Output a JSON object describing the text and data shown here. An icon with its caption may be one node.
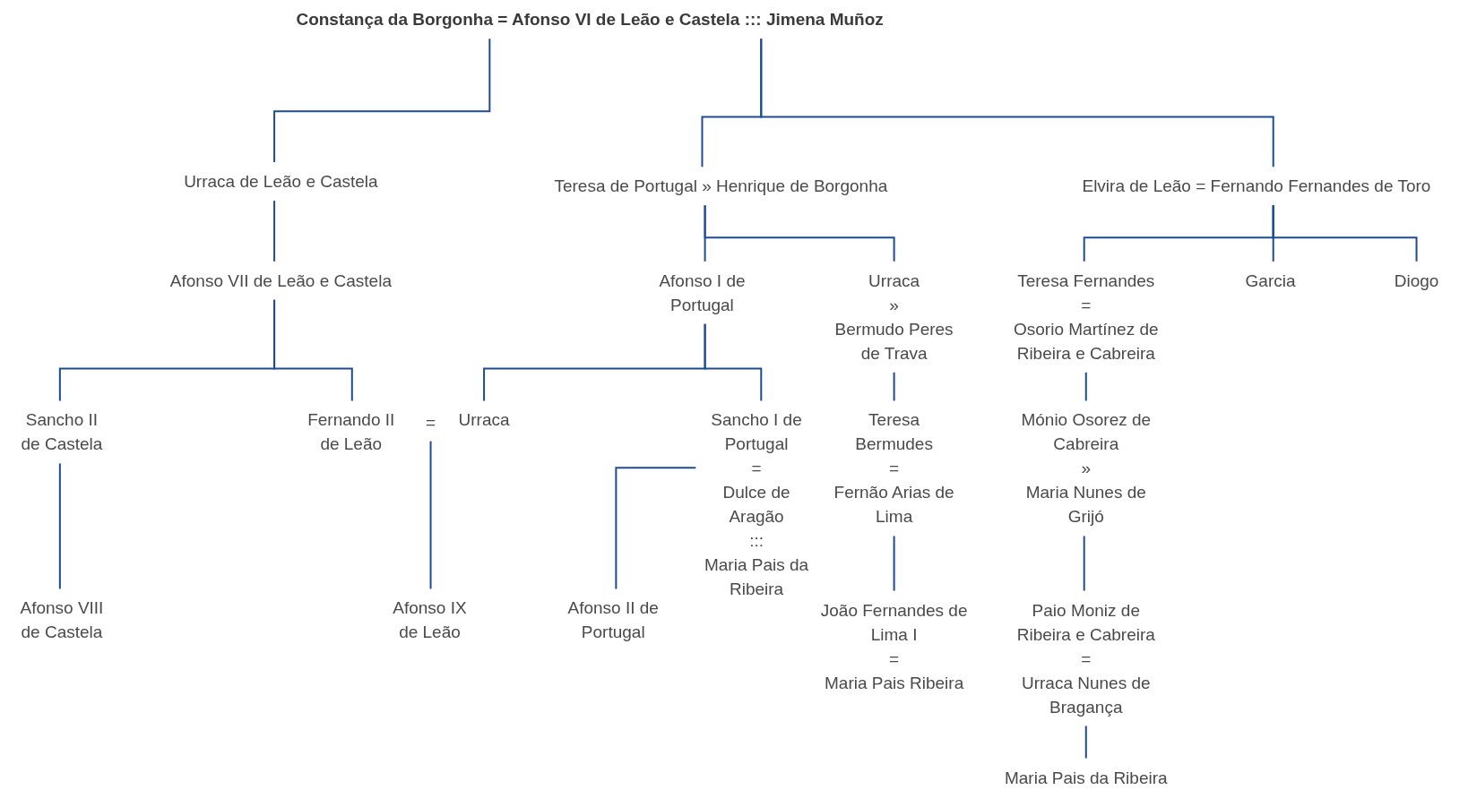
{
  "diagram": {
    "nodes": [
      {
        "text": [
          "Constança da Borgonha = Afonso VI de Leão e Castela ::: Jimena Muñoz"
        ]
      },
      {
        "text": [
          "Urraca de Leão e Castela"
        ]
      },
      {
        "text": [
          "Teresa de Portugal » Henrique de Borgonha"
        ]
      },
      {
        "text": [
          "Elvira de Leão = Fernando Fernandes de Toro"
        ]
      },
      {
        "text": [
          "Afonso VII de Leão e Castela"
        ]
      },
      {
        "text": [
          "Afonso I de Portugal"
        ]
      },
      {
        "text": [
          "Urraca",
          "»",
          "Bermudo Peres de Trava"
        ]
      },
      {
        "text": [
          "Teresa Fernandes",
          "=",
          "Osorio Martínez de Ribeira e Cabreira"
        ]
      },
      {
        "text": [
          "Garcia"
        ]
      },
      {
        "text": [
          "Diogo"
        ]
      },
      {
        "text": [
          "Sancho II de Castela"
        ]
      },
      {
        "text": [
          "Fernando II de Leão"
        ]
      },
      {
        "text": [
          "="
        ]
      },
      {
        "text": [
          "Urraca"
        ]
      },
      {
        "text": [
          "Sancho I de Portugal",
          "=",
          "Dulce de Aragão",
          ":::",
          "Maria Pais da Ribeira"
        ]
      },
      {
        "text": [
          "Teresa Bermudes",
          "=",
          "Fernão Arias de Lima"
        ]
      },
      {
        "text": [
          "Mónio Osorez de Cabreira",
          "»",
          "Maria Nunes de Grijó"
        ]
      },
      {
        "text": [
          "Afonso VIII de Castela"
        ]
      },
      {
        "text": [
          "Afonso IX de Leão"
        ]
      },
      {
        "text": [
          "Afonso II de Portugal"
        ]
      },
      {
        "text": [
          "João Fernandes de Lima I",
          "=",
          "Maria Pais Ribeira"
        ]
      },
      {
        "text": [
          "Paio Moniz de Ribeira e Cabreira",
          "=",
          "Urraca Nunes de Bragança"
        ]
      },
      {
        "text": [
          "Maria Pais da Ribeira"
        ]
      }
    ],
    "edges": [
      {
        "from": 0,
        "to": 1,
        "arrow": "none"
      },
      {
        "from": 0,
        "to": 2,
        "arrow": "none"
      },
      {
        "from": 0,
        "to": 3,
        "arrow": "none"
      },
      {
        "from": 1,
        "to": 4,
        "arrow": "none"
      },
      {
        "from": 2,
        "to": 5,
        "arrow": "none"
      },
      {
        "from": 2,
        "to": 6,
        "arrow": "none"
      },
      {
        "from": 3,
        "to": 7,
        "arrow": "none"
      },
      {
        "from": 3,
        "to": 8,
        "arrow": "none"
      },
      {
        "from": 3,
        "to": 9,
        "arrow": "none"
      },
      {
        "from": 4,
        "to": 10,
        "arrow": "none"
      },
      {
        "from": 4,
        "to": 11,
        "arrow": "none"
      },
      {
        "from": 5,
        "to": 13,
        "arrow": "none"
      },
      {
        "from": 5,
        "to": 14,
        "arrow": "none"
      },
      {
        "from": 6,
        "to": 15,
        "arrow": "none"
      },
      {
        "from": 7,
        "to": 16,
        "arrow": "none"
      },
      {
        "from": 10,
        "to": 17,
        "arrow": "none"
      },
      {
        "from": 12,
        "to": 18,
        "arrow": "none"
      },
      {
        "from": 14,
        "to": 19,
        "arrow": "none"
      },
      {
        "from": 15,
        "to": 20,
        "arrow": "none"
      },
      {
        "from": 16,
        "to": 21,
        "arrow": "none"
      },
      {
        "from": 21,
        "to": 22,
        "arrow": "none"
      }
    ]
  }
}
